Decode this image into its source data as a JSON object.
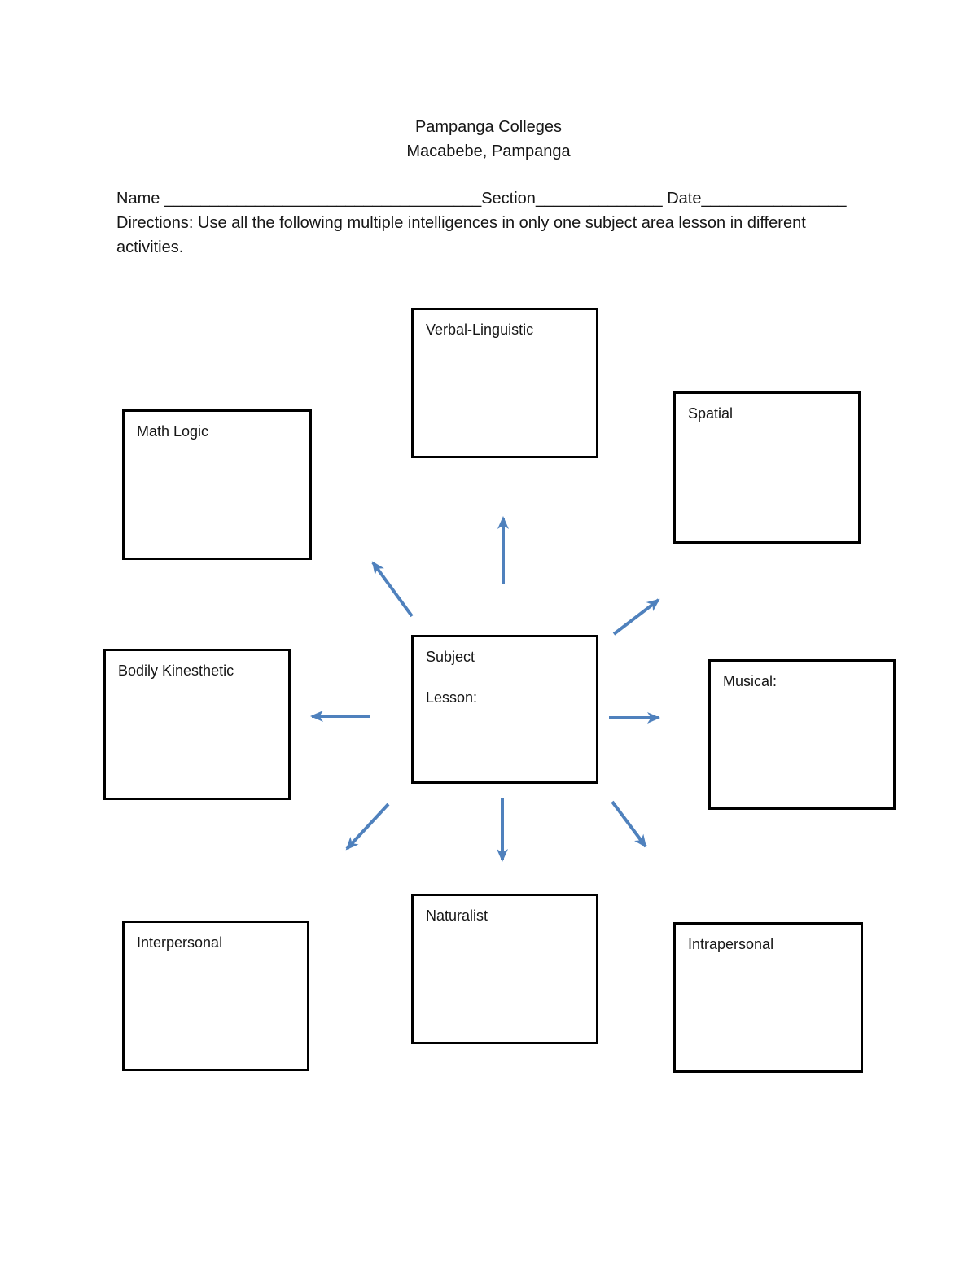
{
  "header": {
    "school": "Pampanga Colleges",
    "address": "Macabebe, Pampanga"
  },
  "student_fields": {
    "name_label": "Name ",
    "name_blank": "___________________________________",
    "section_label": "Section",
    "section_blank": "______________",
    "date_label": " Date",
    "date_blank": "________________"
  },
  "directions": "Directions: Use all the following multiple intelligences in only one subject area lesson in different activities.",
  "diagram": {
    "arrow_color": "#4f81bd",
    "center_box": {
      "line1": "Subject",
      "line2": "Lesson:"
    },
    "boxes": [
      {
        "label": "Verbal-Linguistic"
      },
      {
        "label": "Spatial"
      },
      {
        "label": "Math Logic"
      },
      {
        "label": "Bodily Kinesthetic"
      },
      {
        "label": "Musical:"
      },
      {
        "label": "Naturalist"
      },
      {
        "label": "Interpersonal"
      },
      {
        "label": "Intrapersonal"
      }
    ],
    "arrow_directions": [
      "up",
      "up-left",
      "up-right",
      "left",
      "right",
      "down-left",
      "down",
      "down-right"
    ]
  }
}
